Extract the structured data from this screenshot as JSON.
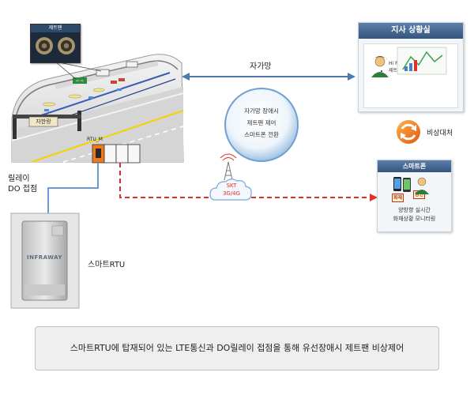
{
  "fan_inset_caption": "제트팬",
  "tunnel_sign": "자한랑",
  "rtu_label": "RTU_M",
  "network_label": "자가망",
  "failure_steps": [
    "자가망 장애시",
    "제트팬 제어",
    "스마트폰 전환"
  ],
  "carrier": {
    "name": "SKT",
    "type": "3G/4G"
  },
  "branch_office": {
    "title": "지사 상황실",
    "items": [
      "Hi Portal 모니터링",
      "제트팬 제어"
    ]
  },
  "emergency_label": "비상대처",
  "smartphone": {
    "title": "스마트폰",
    "badges": [
      "화재",
      "정전"
    ],
    "lines": [
      "양방향 실시간",
      "화재상황 모니터링"
    ]
  },
  "relay_label": [
    "릴레이",
    "DO 접점"
  ],
  "device_brand": "INFRAWAY",
  "device_label": "스마트RTU",
  "caption": "스마트RTU에 탑재되어 있는 LTE통신과 DO릴레이 접점을 통해 유선장애시 제트팬 비상제어",
  "colors": {
    "accent_blue": "#4f78b0",
    "dashed_red": "#e0302a",
    "header_blue": "#35557f",
    "emergency_orange": "#f07a1a"
  }
}
